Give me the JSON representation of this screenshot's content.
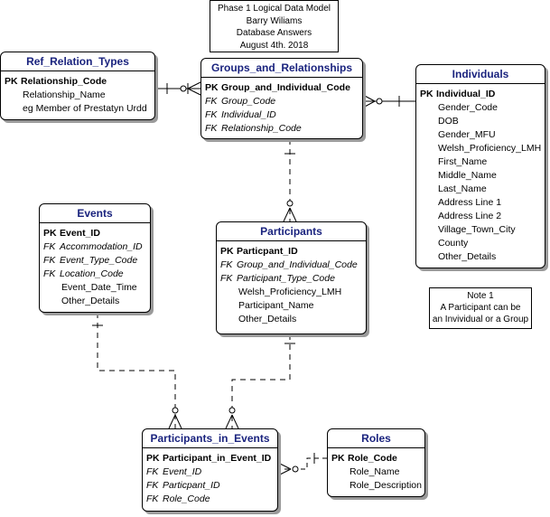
{
  "header_note": {
    "lines": [
      "Phase 1 Logical Data Model",
      "Barry Wiliams",
      "Database Answers",
      "August 4th. 2018"
    ]
  },
  "note1": {
    "lines": [
      "Note 1",
      "A Participant can be",
      "an Invividual or a Group"
    ]
  },
  "entities": {
    "ref_relation_types": {
      "title": "Ref_Relation_Types",
      "pk": [
        {
          "key": "PK",
          "name": "Relationship_Code"
        }
      ],
      "fk": [],
      "attrs": [
        "Relationship_Name",
        "eg Member of Prestatyn Urdd"
      ]
    },
    "groups_and_relationships": {
      "title": "Groups_and_Relationships",
      "pk": [
        {
          "key": "PK",
          "name": "Group_and_Individual_Code"
        }
      ],
      "fk": [
        {
          "key": "FK",
          "name": "Group_Code"
        },
        {
          "key": "FK",
          "name": "Individual_ID"
        },
        {
          "key": "FK",
          "name": "Relationship_Code"
        }
      ],
      "attrs": []
    },
    "individuals": {
      "title": "Individuals",
      "pk": [
        {
          "key": "PK",
          "name": "Individual_ID"
        }
      ],
      "fk": [],
      "attrs": [
        "Gender_Code",
        "DOB",
        "Gender_MFU",
        "Welsh_Proficiency_LMH",
        "First_Name",
        "Middle_Name",
        "Last_Name",
        "Address Line 1",
        "Address Line 2",
        "Village_Town_City",
        "County",
        "Other_Details"
      ]
    },
    "events": {
      "title": "Events",
      "pk": [
        {
          "key": "PK",
          "name": "Event_ID"
        }
      ],
      "fk": [
        {
          "key": "FK",
          "name": "Accommodation_ID"
        },
        {
          "key": "FK",
          "name": "Event_Type_Code"
        },
        {
          "key": "FK",
          "name": "Location_Code"
        }
      ],
      "attrs": [
        "Event_Date_Time",
        "Other_Details"
      ]
    },
    "participants": {
      "title": "Participants",
      "pk": [
        {
          "key": "PK",
          "name": "Particpant_ID"
        }
      ],
      "fk": [
        {
          "key": "FK",
          "name": "Group_and_Individual_Code"
        },
        {
          "key": "FK",
          "name": "Participant_Type_Code"
        }
      ],
      "attrs": [
        "Welsh_Proficiency_LMH",
        "Participant_Name",
        "Other_Details"
      ]
    },
    "participants_in_events": {
      "title": "Participants_in_Events",
      "pk": [
        {
          "key": "PK",
          "name": "Participant_in_Event_ID"
        }
      ],
      "fk": [
        {
          "key": "FK",
          "name": "Event_ID"
        },
        {
          "key": "FK",
          "name": "Particpant_ID"
        },
        {
          "key": "FK",
          "name": "Role_Code"
        }
      ],
      "attrs": []
    },
    "roles": {
      "title": "Roles",
      "pk": [
        {
          "key": "PK",
          "name": "Role_Code"
        }
      ],
      "fk": [],
      "attrs": [
        "Role_Name",
        "Role_Description"
      ]
    }
  }
}
